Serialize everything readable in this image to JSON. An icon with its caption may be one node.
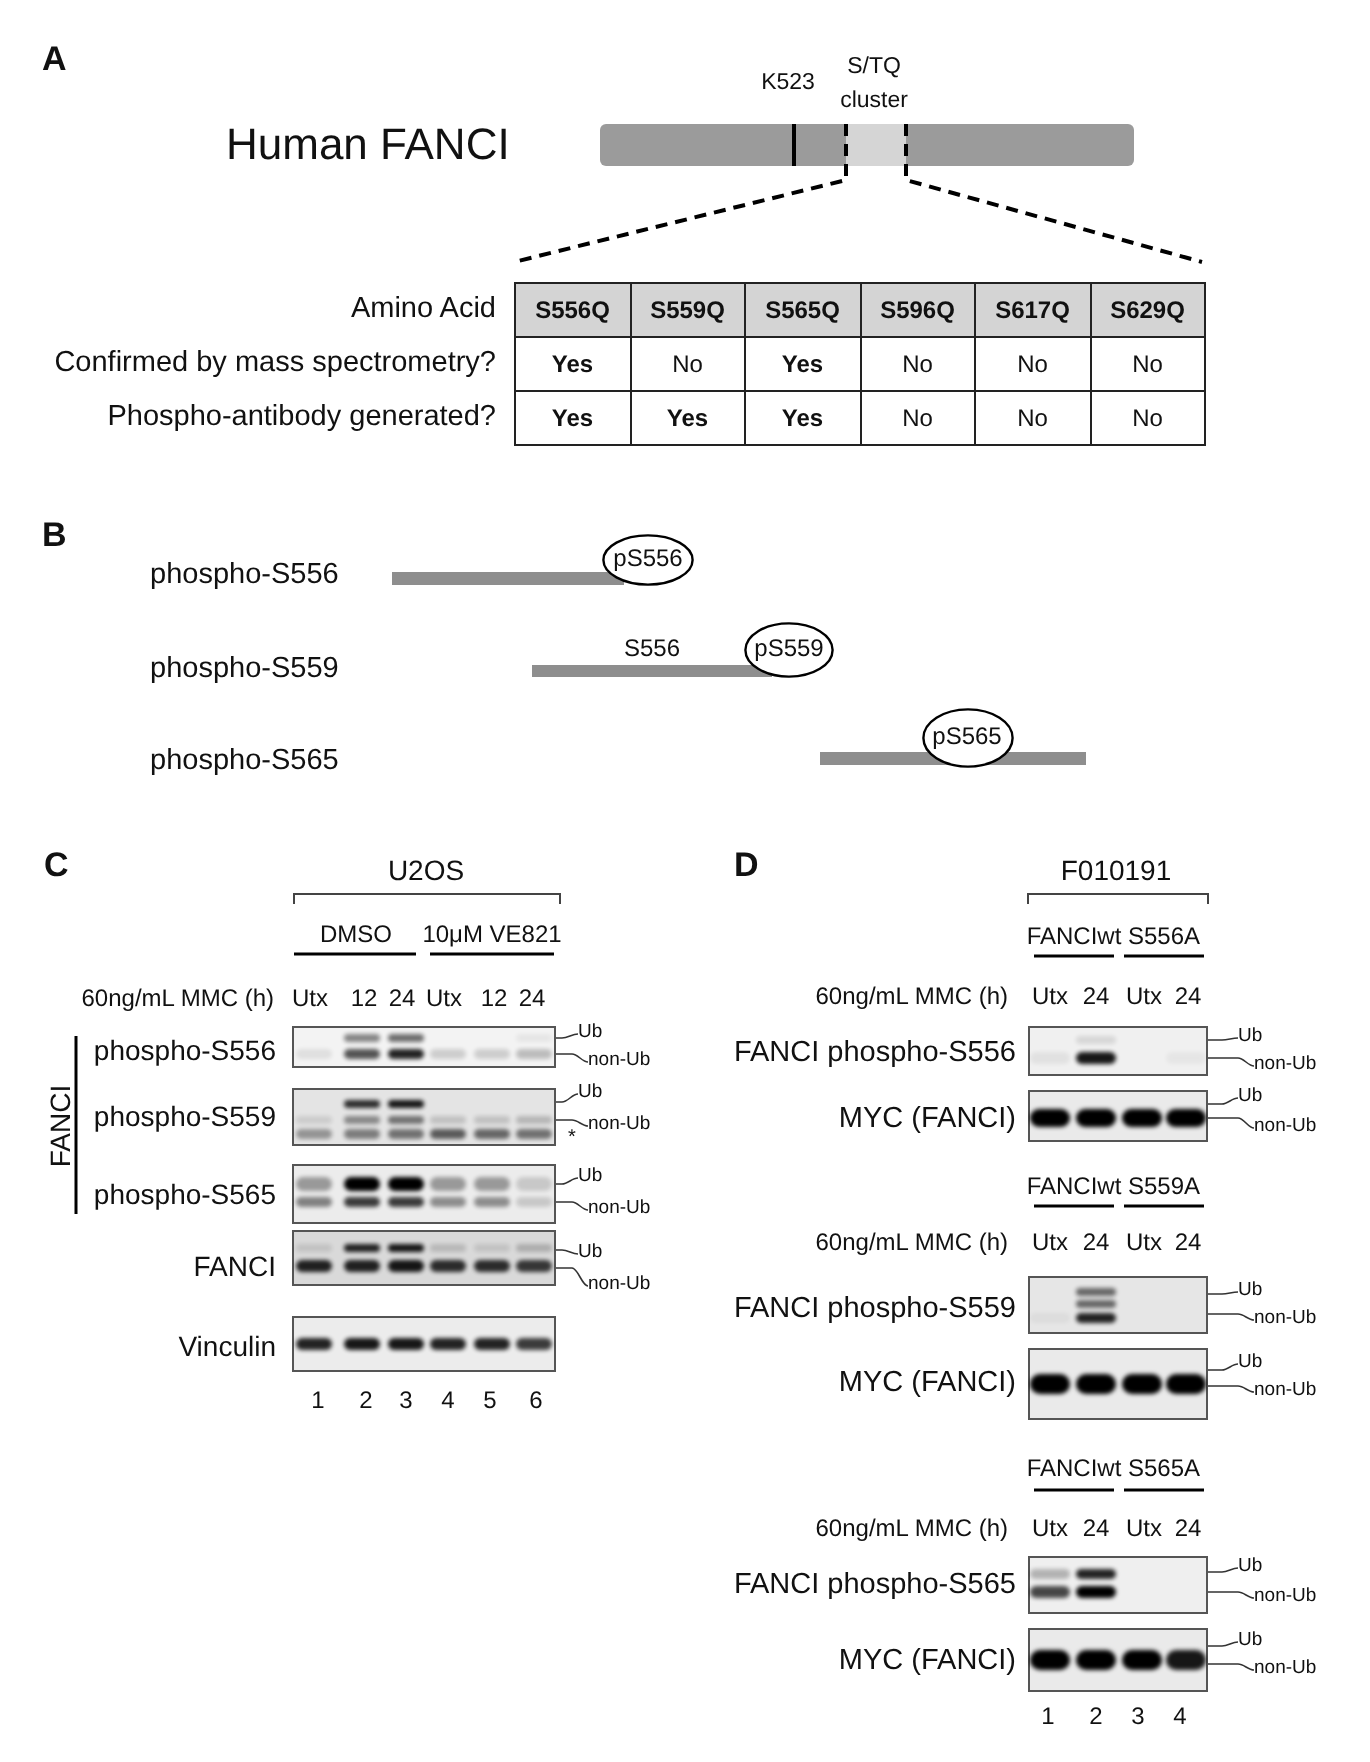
{
  "diagram": {
    "nodes": [
      {
        "text": [
          "pS556"
        ]
      },
      {
        "text": [
          "pS559"
        ]
      },
      {
        "text": [
          "pS565"
        ]
      },
      {
        "text": [],
        "shape": "picture",
        "beside": [
          "phospho-S556"
        ]
      },
      {
        "text": [
          "Ub"
        ]
      },
      {
        "text": [
          "non-Ub"
        ]
      },
      {
        "text": [],
        "shape": "picture",
        "beside": [
          "phospho-S559"
        ]
      },
      {
        "text": [
          "Ub"
        ]
      },
      {
        "text": [
          "non-Ub"
        ]
      },
      {
        "text": [],
        "shape": "picture",
        "beside": [
          "phospho-S565"
        ]
      },
      {
        "text": [
          "Ub"
        ]
      },
      {
        "text": [
          "non-Ub"
        ]
      },
      {
        "text": [],
        "shape": "picture",
        "beside": [
          "FANCI"
        ]
      },
      {
        "text": [
          "Ub"
        ]
      },
      {
        "text": [
          "non-Ub"
        ]
      },
      {
        "text": [],
        "shape": "picture",
        "beside": [
          "Vinculin"
        ]
      },
      {
        "text": [],
        "shape": "picture",
        "beside": [
          "FANCI phospho-S556"
        ]
      },
      {
        "text": [
          "Ub"
        ]
      },
      {
        "text": [
          "non-Ub"
        ]
      },
      {
        "text": [],
        "shape": "picture",
        "beside": [
          "MYC (FANCI)"
        ]
      },
      {
        "text": [
          "Ub"
        ]
      },
      {
        "text": [
          "non-Ub"
        ]
      },
      {
        "text": [],
        "shape": "picture",
        "beside": [
          "FANCI phospho-S559"
        ]
      },
      {
        "text": [
          "Ub"
        ]
      },
      {
        "text": [
          "non-Ub"
        ]
      },
      {
        "text": [],
        "shape": "picture",
        "beside": [
          "MYC (FANCI)"
        ]
      },
      {
        "text": [
          "Ub"
        ]
      },
      {
        "text": [
          "non-Ub"
        ]
      },
      {
        "text": [],
        "shape": "picture",
        "beside": [
          "FANCI phospho-S565"
        ]
      },
      {
        "text": [
          "Ub"
        ]
      },
      {
        "text": [
          "non-Ub"
        ]
      },
      {
        "text": [],
        "shape": "picture",
        "beside": [
          "MYC (FANCI)"
        ]
      },
      {
        "text": [
          "Ub"
        ]
      },
      {
        "text": [
          "non-Ub"
        ]
      }
    ],
    "edges": [
      {
        "from": 4,
        "to": 3,
        "arrow": "none"
      },
      {
        "from": 5,
        "to": 3,
        "arrow": "none"
      },
      {
        "from": 7,
        "to": 6,
        "arrow": "none"
      },
      {
        "from": 8,
        "to": 6,
        "arrow": "none"
      },
      {
        "from": 10,
        "to": 9,
        "arrow": "none"
      },
      {
        "from": 11,
        "to": 9,
        "arrow": "none"
      },
      {
        "from": 13,
        "to": 12,
        "arrow": "none"
      },
      {
        "from": 14,
        "to": 12,
        "arrow": "none"
      },
      {
        "from": 17,
        "to": 16,
        "arrow": "none"
      },
      {
        "from": 18,
        "to": 16,
        "arrow": "none"
      },
      {
        "from": 20,
        "to": 19,
        "arrow": "none"
      },
      {
        "from": 21,
        "to": 19,
        "arrow": "none"
      },
      {
        "from": 23,
        "to": 22,
        "arrow": "none"
      },
      {
        "from": 24,
        "to": 22,
        "arrow": "none"
      },
      {
        "from": 26,
        "to": 25,
        "arrow": "none"
      },
      {
        "from": 27,
        "to": 25,
        "arrow": "none"
      },
      {
        "from": 29,
        "to": 28,
        "arrow": "none"
      },
      {
        "from": 30,
        "to": 28,
        "arrow": "none"
      },
      {
        "from": 32,
        "to": 31,
        "arrow": "none"
      },
      {
        "from": 33,
        "to": 31,
        "arrow": "none"
      }
    ],
    "labels": [
      "A",
      "K523",
      "S/TQ cluster",
      "Human FANCI",
      "Amino Acid",
      "S556Q",
      "S559Q",
      "S565Q",
      "S596Q",
      "S617Q",
      "S629Q",
      "Confirmed by mass spectrometry?",
      "Yes",
      "No",
      "Yes",
      "No",
      "No",
      "No",
      "Phospho-antibody generated?",
      "Yes",
      "Yes",
      "Yes",
      "No",
      "No",
      "No",
      "B",
      "phospho-S556",
      "phospho-S559",
      "S556",
      "phospho-S565",
      "C",
      "U2OS",
      "DMSO",
      "10μM VE821",
      "60ng/mL MMC (h)",
      "Utx",
      "12",
      "24",
      "Utx",
      "12",
      "24",
      "FANCI",
      "*",
      "1",
      "2",
      "3",
      "4",
      "5",
      "6",
      "D",
      "F010191",
      "FANCIwt",
      "S556A",
      "60ng/mL MMC (h)",
      "Utx",
      "24",
      "Utx",
      "24",
      "FANCIwt",
      "S559A",
      "60ng/mL MMC (h)",
      "Utx",
      "24",
      "Utx",
      "24",
      "FANCIwt",
      "S565A",
      "60ng/mL MMC (h)",
      "Utx",
      "24",
      "Utx",
      "24",
      "1",
      "2",
      "3",
      "4"
    ]
  }
}
